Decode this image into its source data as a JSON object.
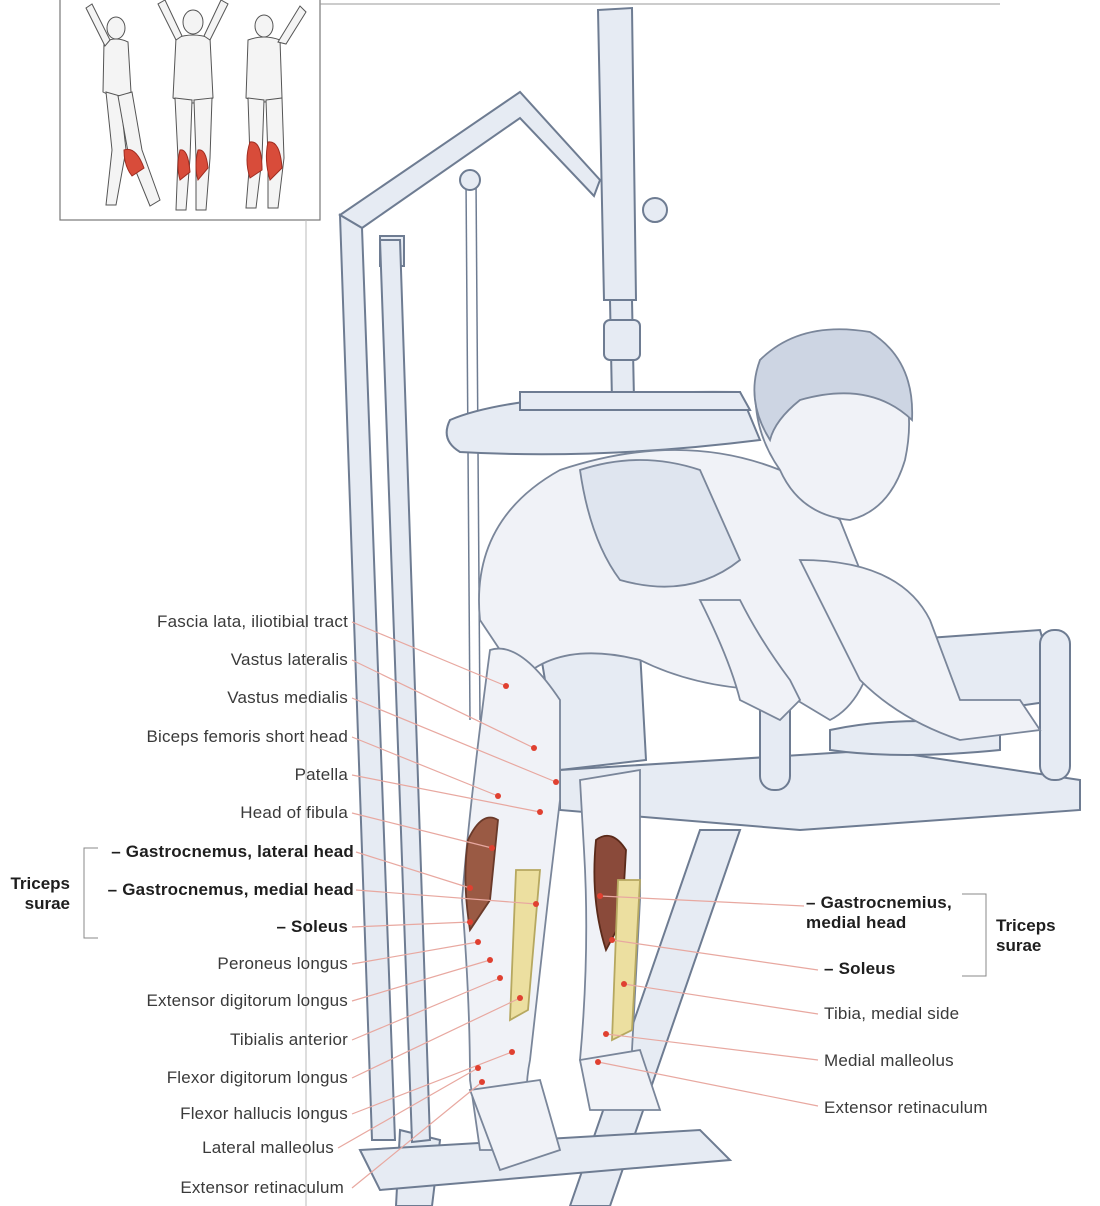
{
  "colors": {
    "leader": "#e8a8a0",
    "dot": "#e04030",
    "machine_fill": "#e6ebf3",
    "machine_stroke": "#6e7c92",
    "skin_fill": "#f0f2f7",
    "muscle_highlight": "#d84c3a",
    "muscle_dark": "#8a4a3a",
    "tibia_yellow": "#ecdfa0"
  },
  "left_labels": [
    {
      "text": "Fascia lata, iliotibial tract",
      "bold": false
    },
    {
      "text": "Vastus lateralis",
      "bold": false
    },
    {
      "text": "Vastus medialis",
      "bold": false
    },
    {
      "text": "Biceps femoris short head",
      "bold": false
    },
    {
      "text": "Patella",
      "bold": false
    },
    {
      "text": "Head of fibula",
      "bold": false
    },
    {
      "text": "– Gastrocnemus, lateral head",
      "bold": true
    },
    {
      "text": "– Gastrocnemus, medial head",
      "bold": true
    },
    {
      "text": "– Soleus",
      "bold": true
    },
    {
      "text": "Peroneus longus",
      "bold": false
    },
    {
      "text": "Extensor digitorum longus",
      "bold": false
    },
    {
      "text": "Tibialis anterior",
      "bold": false
    },
    {
      "text": "Flexor digitorum longus",
      "bold": false
    },
    {
      "text": "Flexor hallucis longus",
      "bold": false
    },
    {
      "text": "Lateral malleolus",
      "bold": false
    },
    {
      "text": "Extensor retinaculum",
      "bold": false
    }
  ],
  "left_group": {
    "line1": "Triceps",
    "line2": "surae"
  },
  "right_labels": [
    {
      "text": "– Gastrocnemius,",
      "text2": "medial head",
      "bold": true
    },
    {
      "text": "– Soleus",
      "text2": "",
      "bold": true
    },
    {
      "text": "Tibia, medial side",
      "text2": "",
      "bold": false
    },
    {
      "text": "Medial malleolus",
      "text2": "",
      "bold": false
    },
    {
      "text": "Extensor retinaculum",
      "text2": "",
      "bold": false
    }
  ],
  "right_group": {
    "line1": "Triceps",
    "line2": "surae"
  }
}
